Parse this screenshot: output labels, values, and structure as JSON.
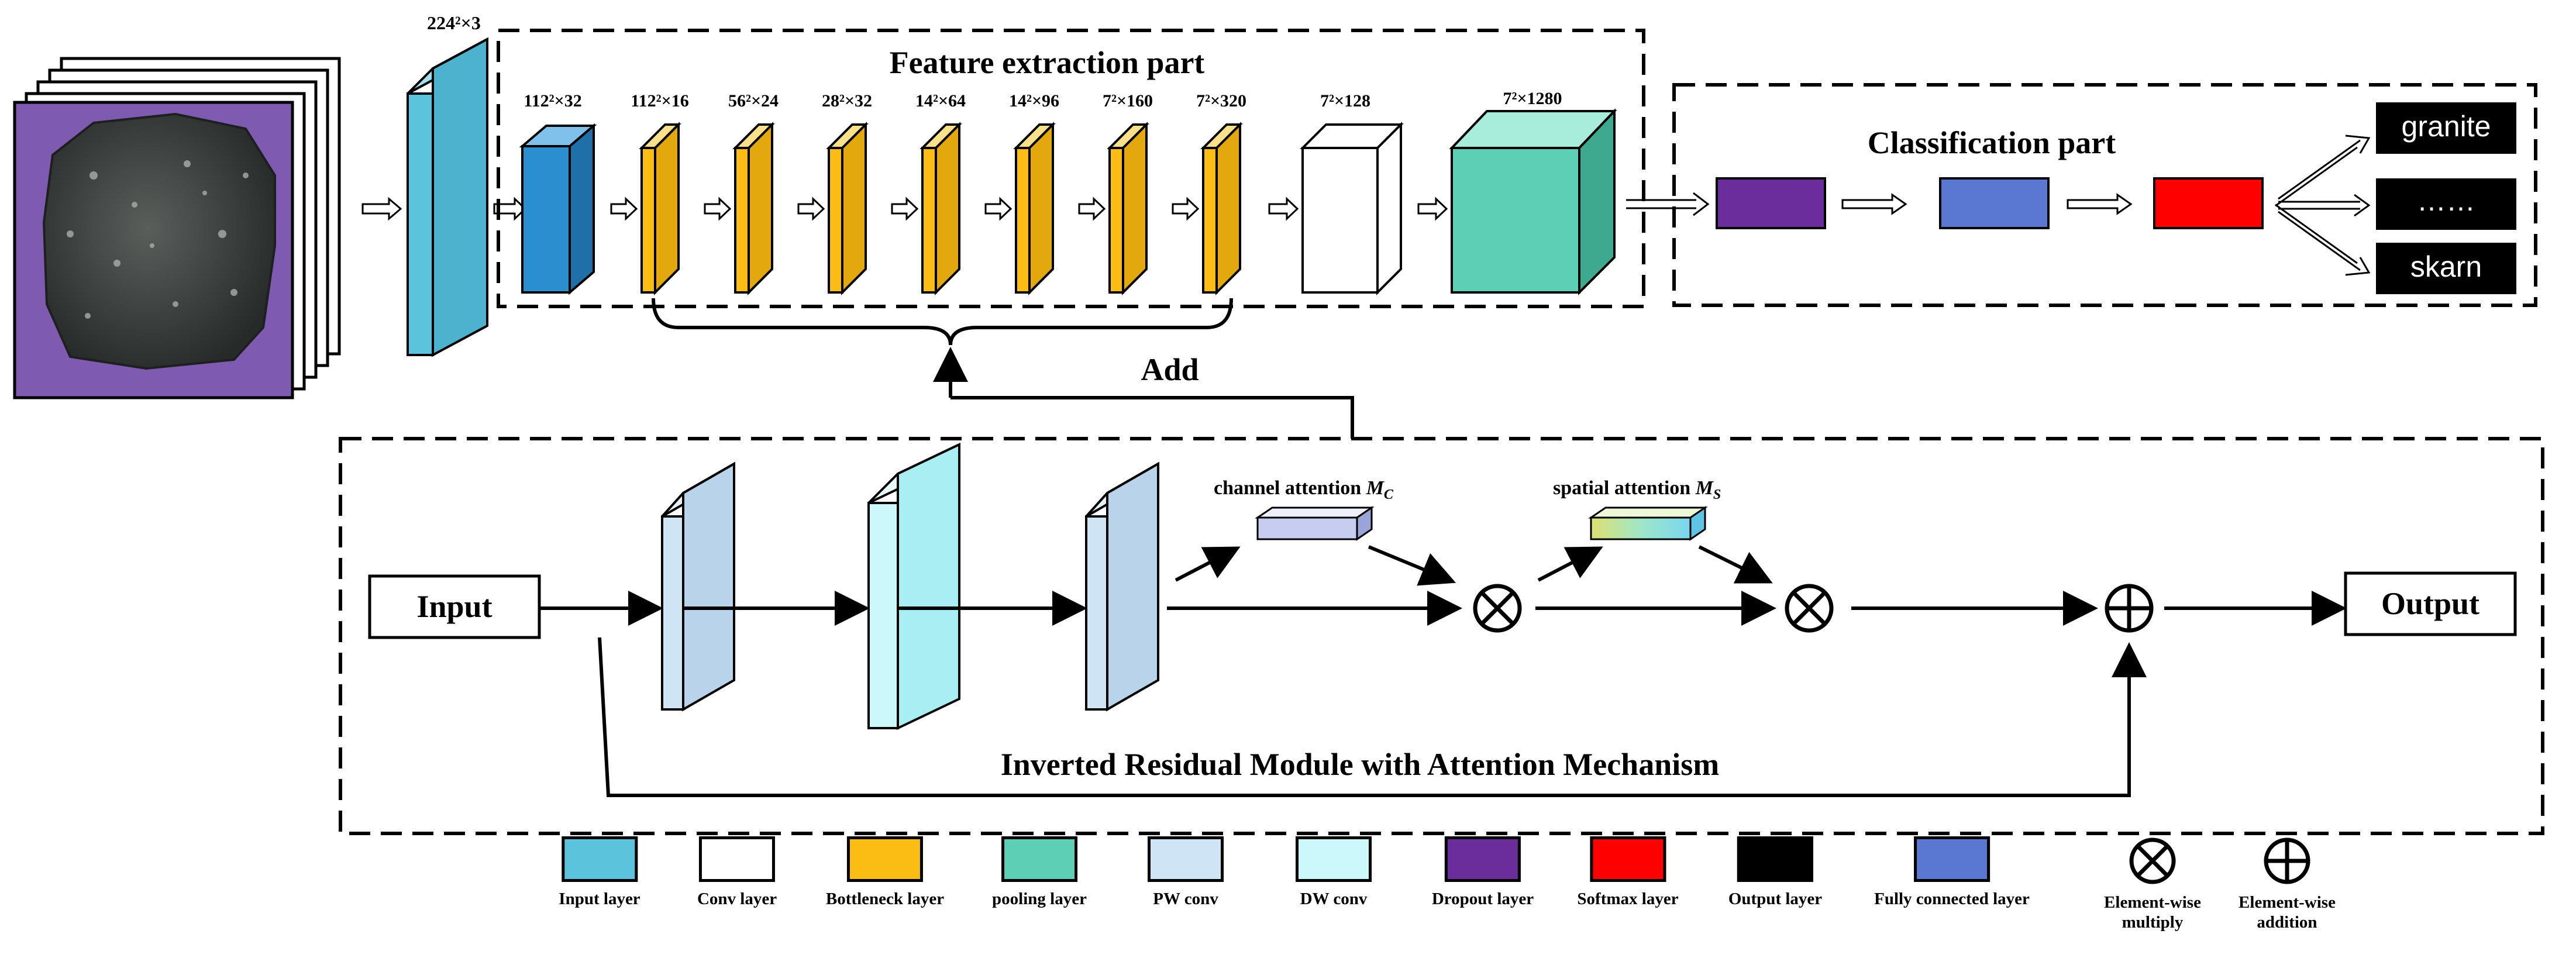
{
  "input_dim": "224²×3",
  "feature": {
    "title": "Feature extraction part",
    "dims": [
      "112²×32",
      "112²×16",
      "56²×24",
      "28²×32",
      "14²×64",
      "14²×96",
      "7²×160",
      "7²×320",
      "7²×128",
      "7²×1280"
    ]
  },
  "classification": {
    "title": "Classification part",
    "outputs": [
      "granite",
      "……",
      "skarn"
    ]
  },
  "add_label": "Add",
  "module": {
    "title": "Inverted Residual Module with Attention Mechanism",
    "input_label": "Input",
    "output_label": "Output",
    "channel_attention": "channel attention",
    "channel_symbol": "M",
    "channel_sub": "C",
    "spatial_attention": "spatial attention",
    "spatial_symbol": "M",
    "spatial_sub": "S"
  },
  "legend": [
    {
      "label": "Input layer",
      "color": "#5bc3dc",
      "kind": "swatch"
    },
    {
      "label": "Conv layer",
      "color": "#ffffff",
      "kind": "swatch"
    },
    {
      "label": "Bottleneck layer",
      "color": "#fbbd14",
      "kind": "swatch"
    },
    {
      "label": "pooling layer",
      "color": "#5dcfb4",
      "kind": "swatch"
    },
    {
      "label": "PW conv",
      "color": "#cfe4f5",
      "kind": "swatch"
    },
    {
      "label": "DW conv",
      "color": "#ccf8fb",
      "kind": "swatch"
    },
    {
      "label": "Dropout layer",
      "color": "#6c2d9c",
      "kind": "swatch"
    },
    {
      "label": "Softmax layer",
      "color": "#ff0000",
      "kind": "swatch"
    },
    {
      "label": "Output layer",
      "color": "#000000",
      "kind": "swatch"
    },
    {
      "label": "Fully connected layer",
      "color": "#5a77d2",
      "kind": "swatch"
    },
    {
      "label": "Element-wise\nmultiply",
      "color": "#000000",
      "kind": "multiply"
    },
    {
      "label": "Element-wise\naddition",
      "color": "#000000",
      "kind": "addition"
    }
  ],
  "colors": {
    "input": "#5bc3dc",
    "conv1": "#2b8fcf",
    "bottleneck": "#fbbd14",
    "conv_white": "#ffffff",
    "pooling": "#5dcfb4",
    "pw": "#cfe4f5",
    "dw": "#ccf8fb",
    "dropout": "#6c2d9c",
    "fc": "#5a77d2",
    "softmax": "#ff0000",
    "output": "#000000",
    "rock_bg": "#7e5bb0"
  }
}
